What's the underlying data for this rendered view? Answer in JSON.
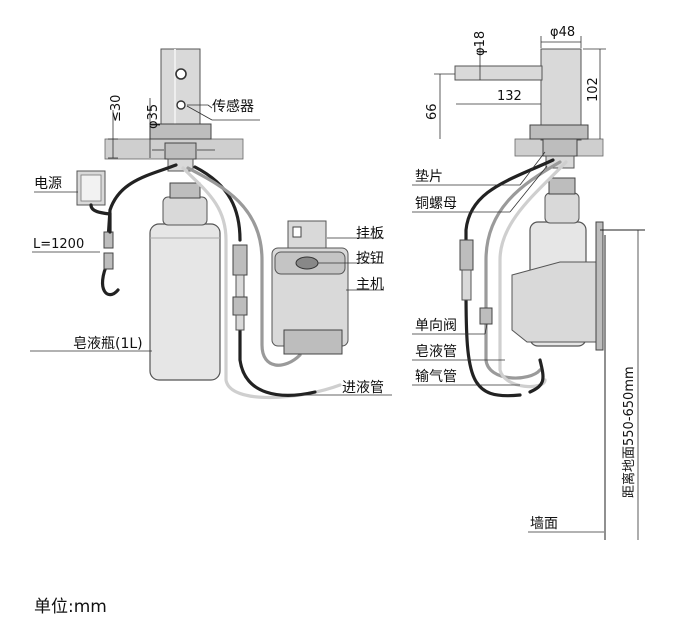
{
  "labels": {
    "power": "电源",
    "cable_length": "L=1200",
    "sensor": "传感器",
    "hanging_plate": "挂板",
    "button": "按钮",
    "main_unit": "主机",
    "soap_bottle": "皂液瓶(1L)",
    "inlet_tube": "进液管",
    "gasket": "垫片",
    "copper_nut": "铜螺母",
    "check_valve": "单向阀",
    "soap_tube": "皂液管",
    "air_tube": "输气管",
    "wall": "墙面",
    "height_from_floor": "距离地面550-650mm",
    "unit_text": "单位:mm"
  },
  "dimensions": {
    "max_thickness": "≤30",
    "hole_diameter": "φ35",
    "spout_diameter": "φ18",
    "body_diameter": "φ48",
    "spout_length": "132",
    "spout_height": "66",
    "total_height": "102"
  }
}
